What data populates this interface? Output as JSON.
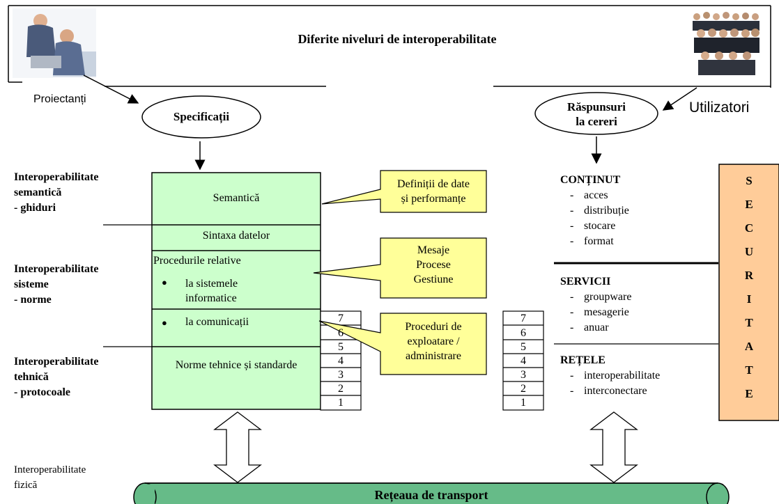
{
  "title": "Diferite niveluri de interoperabilitate",
  "actors": {
    "left": {
      "label": "Proiectanți",
      "icon": "business-people-photo"
    },
    "right": {
      "label": "Utilizatori",
      "icon": "crowd-photo"
    }
  },
  "ellipses": {
    "specifications": "Specificații",
    "responses_line1": "Răspunsuri",
    "responses_line2": "la cereri"
  },
  "left_labels": {
    "semantic": [
      "Interoperabilitate",
      "semantică",
      "- ghiduri"
    ],
    "systems": [
      "Interoperabilitate",
      "sisteme",
      "- norme"
    ],
    "technical": [
      "Interoperabilitate",
      "tehnică",
      "- protocoale"
    ],
    "physical": [
      "Interoperabilitate",
      "fizică"
    ]
  },
  "stack": {
    "semantic": "Semantică",
    "syntax": "Sintaxa datelor",
    "procedures": "Procedurile relative",
    "bullet_systems_1": "la sistemele",
    "bullet_systems_2": "informatice",
    "bullet_comm": "la comunicații",
    "norms": "Norme tehnice și standarde",
    "bullet_glyph": "●"
  },
  "callouts": {
    "definitions": [
      "Definiții de date",
      "și performanțe"
    ],
    "messages": [
      "Mesaje",
      "Procese",
      "Gestiune"
    ],
    "procedures": [
      "Proceduri de",
      "exploatare /",
      "administrare"
    ]
  },
  "osi_layers": [
    "7",
    "6",
    "5",
    "4",
    "3",
    "2",
    "1"
  ],
  "right_panel": {
    "content_title": "CONȚINUT",
    "content_items": [
      "acces",
      "distribuție",
      "stocare",
      "format"
    ],
    "services_title": "SERVICII",
    "services_items": [
      "groupware",
      "mesagerie",
      "anuar"
    ],
    "networks_title": "REȚELE",
    "networks_items": [
      "interoperabilitate",
      "interconectare"
    ],
    "dash": "-"
  },
  "security_letters": [
    "S",
    "E",
    "C",
    "U",
    "R",
    "I",
    "T",
    "A",
    "T",
    "E"
  ],
  "transport": "Rețeaua de transport",
  "colors": {
    "stack_fill": "#ccffcc",
    "callout_fill": "#ffff99",
    "security_fill": "#ffcc99",
    "transport_fill": "#66bb88"
  }
}
